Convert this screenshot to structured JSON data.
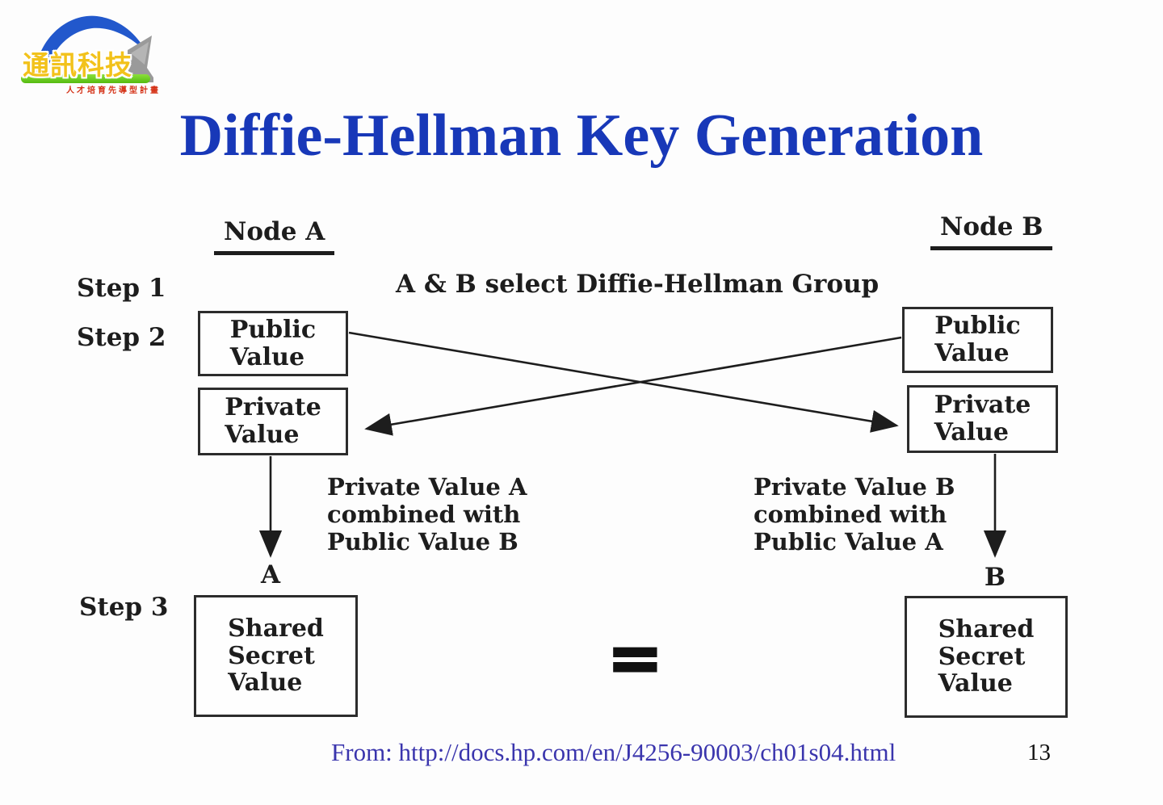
{
  "logo": {
    "brand_text": "通訊科技",
    "tagline": "人才培育先導型計畫"
  },
  "slide": {
    "title": "Diffie-Hellman Key Generation"
  },
  "diagram": {
    "node_a": "Node A",
    "node_b": "Node B",
    "steps": {
      "step1": "Step 1",
      "step2": "Step 2",
      "step3": "Step 3"
    },
    "select_group": "A & B select Diffie-Hellman Group",
    "boxes": {
      "public_a": "Public\nValue",
      "private_a": "Private\nValue",
      "public_b": "Public\nValue",
      "private_b": "Private\nValue",
      "shared_a": "Shared\nSecret\nValue",
      "shared_b": "Shared\nSecret\nValue"
    },
    "combine_a": "Private Value A\ncombined with\nPublic Value B",
    "combine_b": "Private Value B\ncombined with\nPublic Value A",
    "result_a": "A",
    "result_b": "B",
    "equals": "="
  },
  "footer": {
    "source": "From: http://docs.hp.com/en/J4256-90003/ch01s04.html",
    "page_number": "13"
  },
  "colors": {
    "title_blue": "#1838b8",
    "footer_blue": "#3a35ad",
    "ink": "#1d1d1d",
    "logo_gold": "#f2c21b",
    "logo_green": "#55bb11",
    "logo_red": "#d43015",
    "logo_arc_blue": "#2258cc"
  }
}
